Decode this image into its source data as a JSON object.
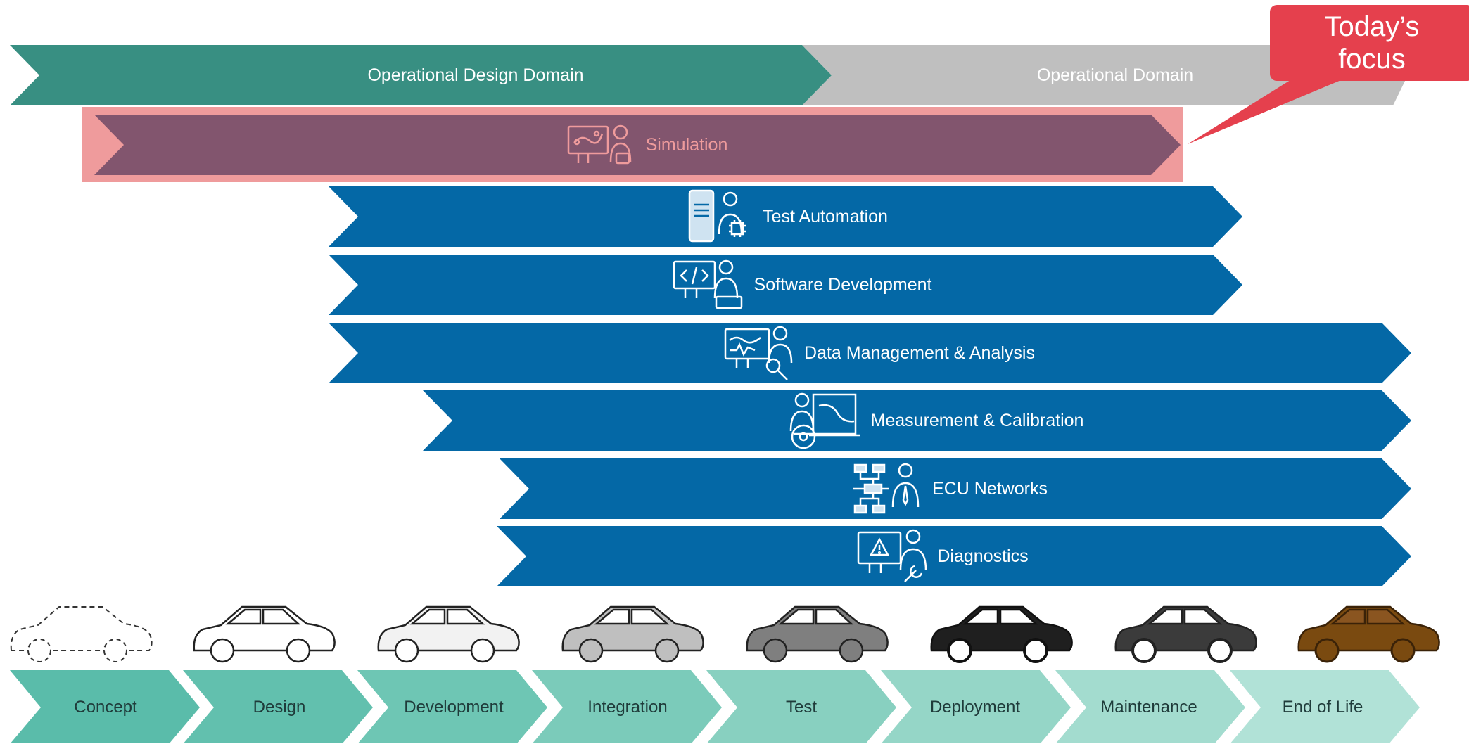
{
  "domains": {
    "operational_design_domain": "Operational Design Domain",
    "operational_domain": "Operational Domain"
  },
  "callout": {
    "line1": "Today’s",
    "line2": "focus",
    "color": "#e5404d"
  },
  "activities": [
    {
      "label": "Simulation",
      "icon": "simulation-engineer-icon",
      "color": "#82556e",
      "highlight": "#ef9b9c"
    },
    {
      "label": "Test Automation",
      "icon": "test-rack-engineer-icon",
      "color": "#0468a6"
    },
    {
      "label": "Software Development",
      "icon": "code-monitor-engineer-icon",
      "color": "#0468a6"
    },
    {
      "label": "Data Management & Analysis",
      "icon": "data-analysis-engineer-icon",
      "color": "#0468a6"
    },
    {
      "label": "Measurement & Calibration",
      "icon": "steering-calibration-engineer-icon",
      "color": "#0468a6"
    },
    {
      "label": "ECU Networks",
      "icon": "network-engineer-icon",
      "color": "#0468a6"
    },
    {
      "label": "Diagnostics",
      "icon": "diagnostics-engineer-icon",
      "color": "#0468a6"
    }
  ],
  "phases": [
    {
      "label": "Concept",
      "car_color": "none"
    },
    {
      "label": "Design",
      "car_color": "#ffffff"
    },
    {
      "label": "Development",
      "car_color": "#f2f2f2"
    },
    {
      "label": "Integration",
      "car_color": "#bfbfbf"
    },
    {
      "label": "Test",
      "car_color": "#7f7f7f"
    },
    {
      "label": "Deployment",
      "car_color": "#1f1f1f"
    },
    {
      "label": "Maintenance",
      "car_color": "#3b3b3b"
    },
    {
      "label": "End of Life",
      "car_color": "#7a4a10"
    }
  ]
}
